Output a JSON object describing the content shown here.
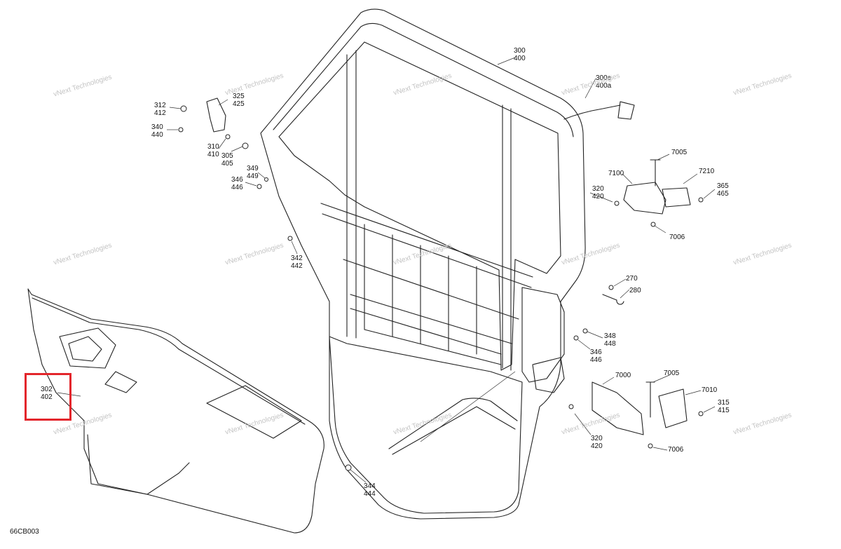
{
  "figure_code": "66CB003",
  "highlight_color": "#e3262c",
  "watermark_text": "vNext Technologies",
  "parts": [
    {
      "id": "300-400",
      "codes": [
        "300",
        "400"
      ]
    },
    {
      "id": "300a-400a",
      "codes": [
        "300a",
        "400a"
      ]
    },
    {
      "id": "312-412",
      "codes": [
        "312",
        "412"
      ]
    },
    {
      "id": "325-425",
      "codes": [
        "325",
        "425"
      ]
    },
    {
      "id": "340-440",
      "codes": [
        "340",
        "440"
      ]
    },
    {
      "id": "310-410",
      "codes": [
        "310",
        "410"
      ]
    },
    {
      "id": "305-405",
      "codes": [
        "305",
        "405"
      ]
    },
    {
      "id": "349-449",
      "codes": [
        "349",
        "449"
      ]
    },
    {
      "id": "346-446-a",
      "codes": [
        "346",
        "446"
      ]
    },
    {
      "id": "342-442",
      "codes": [
        "342",
        "442"
      ]
    },
    {
      "id": "7005-a",
      "codes": [
        "7005"
      ]
    },
    {
      "id": "7100",
      "codes": [
        "7100"
      ]
    },
    {
      "id": "7210",
      "codes": [
        "7210"
      ]
    },
    {
      "id": "320-420-a",
      "codes": [
        "320",
        "420"
      ]
    },
    {
      "id": "365-465",
      "codes": [
        "365",
        "465"
      ]
    },
    {
      "id": "7006-a",
      "codes": [
        "7006"
      ]
    },
    {
      "id": "270",
      "codes": [
        "270"
      ]
    },
    {
      "id": "280",
      "codes": [
        "280"
      ]
    },
    {
      "id": "348-448",
      "codes": [
        "348",
        "448"
      ]
    },
    {
      "id": "346-446-b",
      "codes": [
        "346",
        "446"
      ]
    },
    {
      "id": "302-402",
      "codes": [
        "302",
        "402"
      ],
      "highlighted": true
    },
    {
      "id": "7000",
      "codes": [
        "7000"
      ]
    },
    {
      "id": "7005-b",
      "codes": [
        "7005"
      ]
    },
    {
      "id": "7010",
      "codes": [
        "7010"
      ]
    },
    {
      "id": "315-415",
      "codes": [
        "315",
        "415"
      ]
    },
    {
      "id": "320-420-b",
      "codes": [
        "320",
        "420"
      ]
    },
    {
      "id": "7006-b",
      "codes": [
        "7006"
      ]
    },
    {
      "id": "344-444",
      "codes": [
        "344",
        "444"
      ]
    }
  ]
}
